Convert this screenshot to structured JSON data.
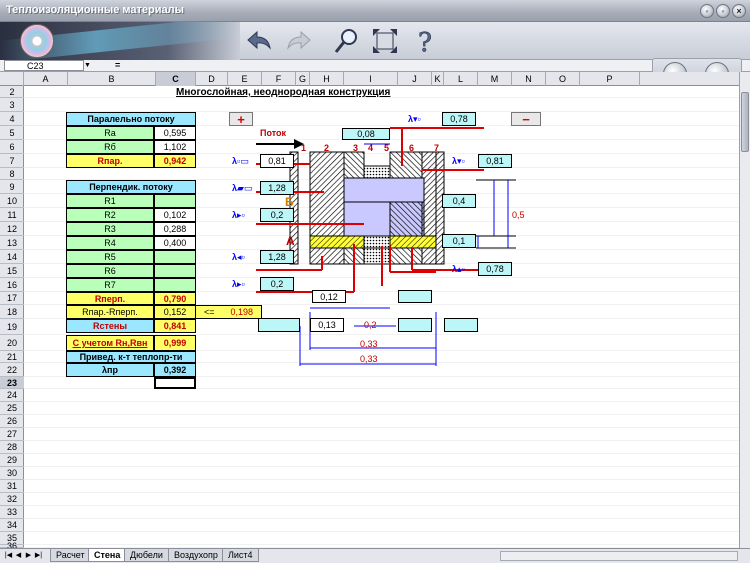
{
  "window": {
    "title": "Теплоизоляционные материалы",
    "buttons": [
      "◦",
      "◦",
      "×"
    ]
  },
  "formula": {
    "cell_ref": "C23",
    "eq": "="
  },
  "columns": [
    "A",
    "B",
    "C",
    "D",
    "E",
    "F",
    "G",
    "H",
    "I",
    "J",
    "K",
    "L",
    "M",
    "N",
    "O",
    "P"
  ],
  "rows": [
    "2",
    "3",
    "4",
    "5",
    "6",
    "7",
    "8",
    "9",
    "10",
    "11",
    "12",
    "13",
    "14",
    "15",
    "16",
    "17",
    "18",
    "19",
    "20",
    "21",
    "22",
    "23",
    "24",
    "25",
    "26",
    "27",
    "28",
    "29",
    "30",
    "31",
    "32",
    "33",
    "34",
    "35",
    "36"
  ],
  "title": "Многослойная, неоднородная конструкция",
  "left_table": {
    "h_par": "Паралельно потоку",
    "ra_l": "Ra",
    "ra_v": "0,595",
    "rb_l": "Rб",
    "rb_v": "1,102",
    "rpar_l": "Rпар.",
    "rpar_v": "0,942",
    "h_perp": "Перпендик. потоку",
    "r1": "R1",
    "r1v": "",
    "r2": "R2",
    "r2v": "0,102",
    "r3": "R3",
    "r3v": "0,288",
    "r4": "R4",
    "r4v": "0,400",
    "r5": "R5",
    "r5v": "",
    "r6": "R6",
    "r6v": "",
    "r7": "R7",
    "r7v": "",
    "rperp_l": "Rперп.",
    "rperp_v": "0,790",
    "rdiff_l": "Rпар.-Rперп.",
    "rdiff_v": "0,152",
    "rdiff_cmp": "<=",
    "rdiff_lim": "0,198",
    "rst_l": "Rстены",
    "rst_v": "0,841",
    "rs_l": "С учетом  Rн,Rвн",
    "rs_v": "0,999",
    "priv": "Привед. к-т теплопр-ти",
    "lam_l": "λпр",
    "lam_v": "0,392"
  },
  "diagram": {
    "flow": "Поток",
    "layers": [
      "1",
      "2",
      "3",
      "4",
      "5",
      "6",
      "7"
    ],
    "top_w": "0,08",
    "lam_top_r": "0,78",
    "lams": [
      "0,81",
      "1,28",
      "0,2",
      "1,28",
      "0,2"
    ],
    "lam_r7": "0,81",
    "lam_br": "0,78",
    "zone_b": "Б",
    "zone_a": "А",
    "dim_04": "0,4",
    "dim_01": "0,1",
    "dim_05": "0,5",
    "b_012": "0,12",
    "b_013": "0,13",
    "b_02": "0,2",
    "b_033a": "0,33",
    "b_033b": "0,33"
  },
  "buttons": {
    "plus": "+",
    "minus": "−"
  },
  "tabs": [
    "Расчет",
    "Стена",
    "Дюбели",
    "Воздухопр",
    "Лист4"
  ],
  "active_tab": "Стена"
}
